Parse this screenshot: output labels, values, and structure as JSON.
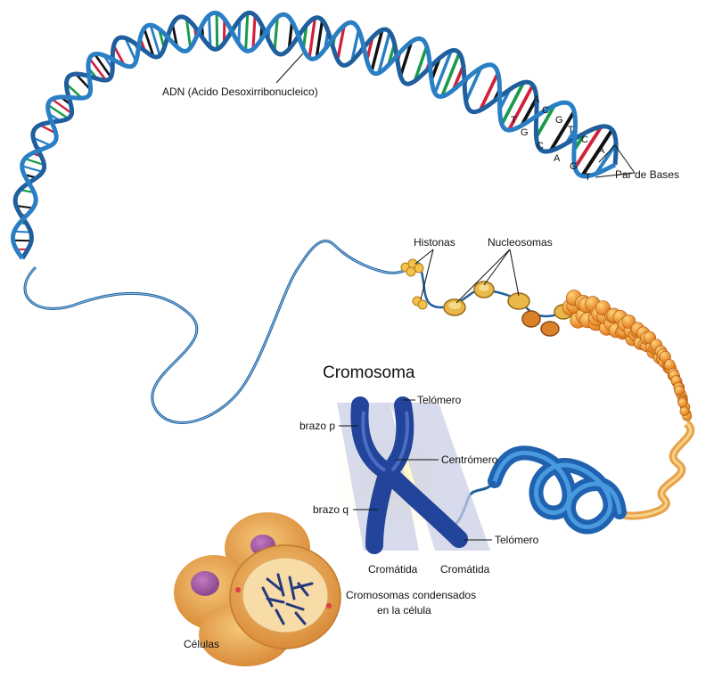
{
  "labels": {
    "dna": "ADN (Acido Desoxirribonucleico)",
    "base_pairs": "Par de Bases",
    "histones": "Histonas",
    "nucleosomes": "Nucleosomas",
    "chromosome": "Cromosoma",
    "telomere_top": "Telómero",
    "arm_p": "brazo p",
    "centromere": "Centrómero",
    "arm_q": "brazo q",
    "telomere_bottom": "Telómero",
    "chromatid_left": "Cromátida",
    "chromatid_right": "Cromátida",
    "condensed_line1": "Cromosomas condensados",
    "condensed_line2": "en la célula",
    "cells": "Células"
  },
  "bases": {
    "left_strand": [
      "T",
      "G",
      "C",
      "A",
      "G",
      "T"
    ],
    "right_strand": [
      "A",
      "C",
      "G",
      "T",
      "C",
      "A"
    ]
  },
  "colors": {
    "dna_backbone": "#1f5f9e",
    "base_green": "#1a9a4a",
    "base_red": "#d0203a",
    "base_black": "#111111",
    "base_blue": "#2a7fc4",
    "nucleosome": "#e8b84a",
    "chromosome": "#22449a",
    "cell": "#e8a24a"
  }
}
